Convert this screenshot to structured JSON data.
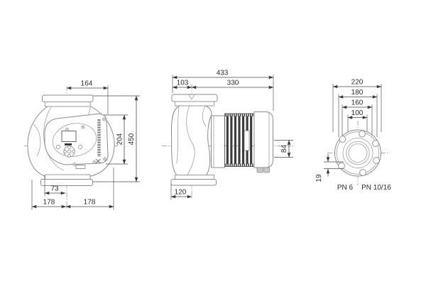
{
  "drawing": {
    "background_color": "#ffffff",
    "body_line_color": "#8c8c8c",
    "dimension_line_color": "#4a4a4a",
    "fin_color": "#3b3b3b",
    "views": {
      "front": {
        "dims": {
          "width_top": "164",
          "head_height": "204",
          "total_height": "450",
          "port_offset": "73",
          "span_left": "178",
          "span_right": "178"
        }
      },
      "side": {
        "dims": {
          "total_length": "433",
          "seg_left": "103",
          "seg_right": "330",
          "plug_height": "84",
          "bottom_half": "120"
        }
      },
      "flange": {
        "dims": {
          "outer": "220",
          "bolt_circle_outer": "180",
          "bolt_circle_inner": "160",
          "bore": "100",
          "hole_diameter": "19"
        },
        "labels": {
          "pn6": "PN 6",
          "pn1016": "PN 10/16"
        }
      }
    }
  }
}
